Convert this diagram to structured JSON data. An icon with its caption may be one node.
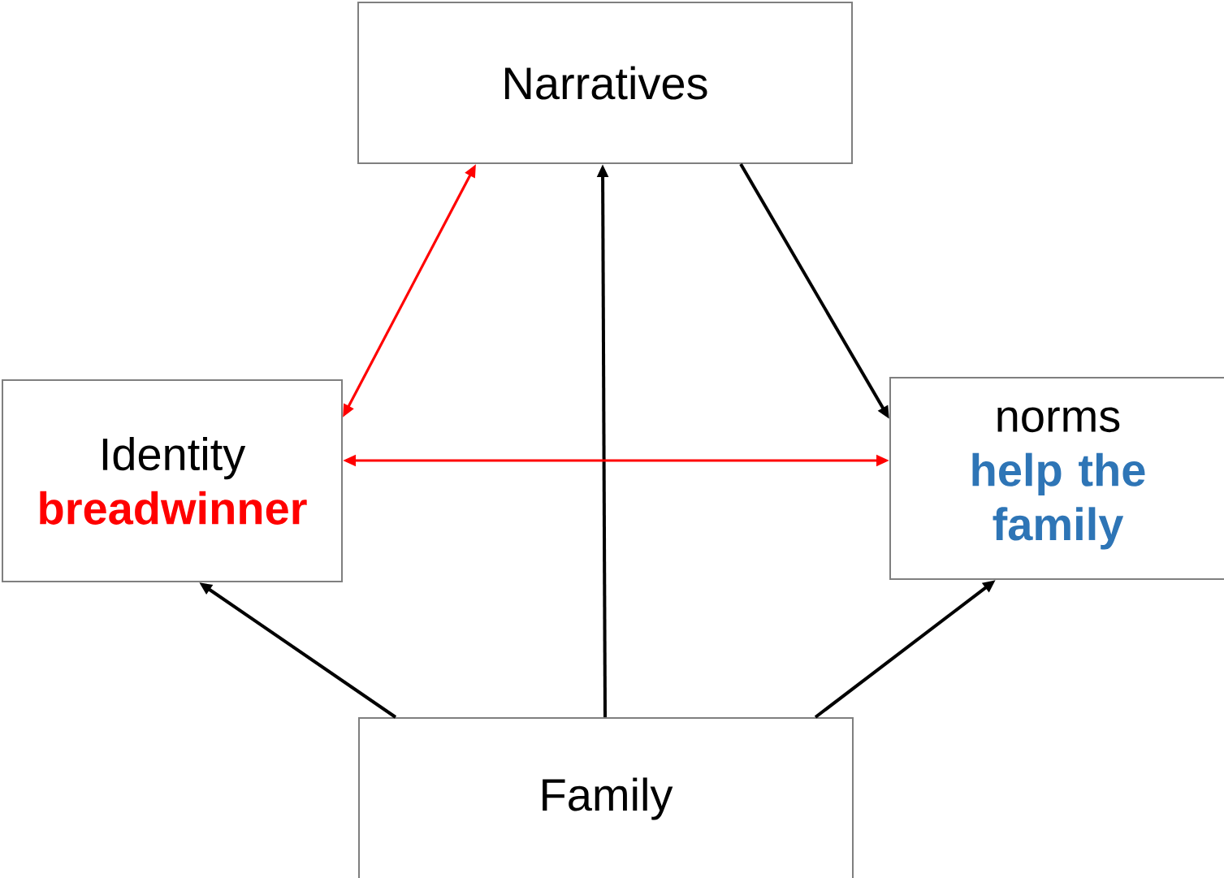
{
  "diagram": {
    "nodes": [
      {
        "text": [
          "Narratives"
        ]
      },
      {
        "text": [
          "Identity",
          "breadwinner"
        ]
      },
      {
        "text": [
          "norms",
          "help the family"
        ]
      },
      {
        "text": [
          "Family"
        ]
      }
    ],
    "edges": [
      {
        "from": 1,
        "to": 0,
        "arrow": "both",
        "color": "#ff0000"
      },
      {
        "from": 0,
        "to": 2,
        "arrow": "to"
      },
      {
        "from": 3,
        "to": 0,
        "arrow": "to"
      },
      {
        "from": 3,
        "to": 1,
        "arrow": "to"
      },
      {
        "from": 3,
        "to": 2,
        "arrow": "to"
      },
      {
        "from": 1,
        "to": 2,
        "arrow": "both",
        "color": "#ff0000"
      }
    ]
  }
}
